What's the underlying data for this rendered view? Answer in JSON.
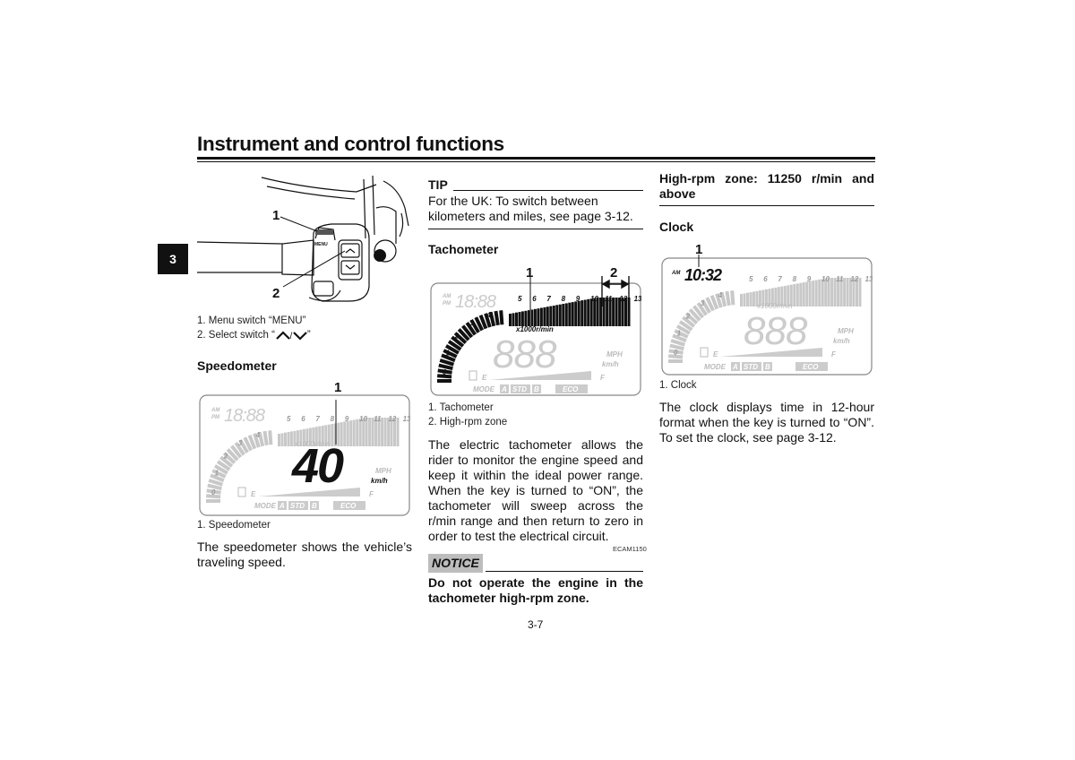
{
  "header": {
    "title": "Instrument and control functions"
  },
  "tab": {
    "chapter": "3"
  },
  "col1": {
    "figure1": {
      "callouts": [
        "1",
        "2"
      ],
      "menu_label": "MENU",
      "captions": [
        "1. Menu switch “MENU”",
        "2. Select switch “"
      ],
      "caption2_end": "”"
    },
    "speedometer": {
      "heading": "Speedometer",
      "callout": "1",
      "caption": "1. Speedometer",
      "text": "The speedometer shows the vehicle’s traveling speed."
    }
  },
  "col2": {
    "tip": {
      "label": "TIP",
      "text": "For the UK: To switch between kilometers and miles, see page 3-12."
    },
    "tachometer": {
      "heading": "Tachometer",
      "callouts": [
        "1",
        "2"
      ],
      "captions": [
        "1. Tachometer",
        "2. High-rpm zone"
      ],
      "text": "The electric tachometer allows the rider to monitor the engine speed and keep it within the ideal power range. When the key is turned to “ON”, the tachometer will sweep across the r/min range and then return to zero in order to test the electrical circuit."
    },
    "notice": {
      "code": "ECAM1150",
      "label": "NOTICE",
      "text": "Do not operate the engine in the tachometer high-rpm zone."
    }
  },
  "col3": {
    "high_rpm": {
      "heading": "High-rpm zone: 11250 r/min and above"
    },
    "clock": {
      "heading": "Clock",
      "callout": "1",
      "caption": "1. Clock",
      "text": "The clock displays time in 12-hour format when the key is turned to “ON”. To set the clock, see page 3-12."
    }
  },
  "footer": {
    "page_number": "3-7"
  },
  "display": {
    "tach_ticks": [
      "0",
      "1",
      "2",
      "3",
      "4",
      "5",
      "6",
      "7",
      "8",
      "9",
      "10",
      "11",
      "12",
      "13"
    ],
    "unit_rpm": "x1000r/min",
    "unit_mph": "MPH",
    "unit_kmh": "km/h",
    "am": "AM",
    "pm": "PM",
    "clock_placeholder": "18:88",
    "clock_value": "10:32",
    "digits_placeholder": "888",
    "speed_value": "40",
    "fuel_e": "E",
    "fuel_f": "F",
    "mode_label": "MODE",
    "mode_a": "A",
    "mode_std": "STD",
    "mode_b": "B",
    "eco": "ECO"
  },
  "colors": {
    "ink": "#111111",
    "lcd_faint": "#c8c8c8",
    "lcd_text": "#9a9a9a",
    "notice_bg": "#bdbdbd"
  }
}
